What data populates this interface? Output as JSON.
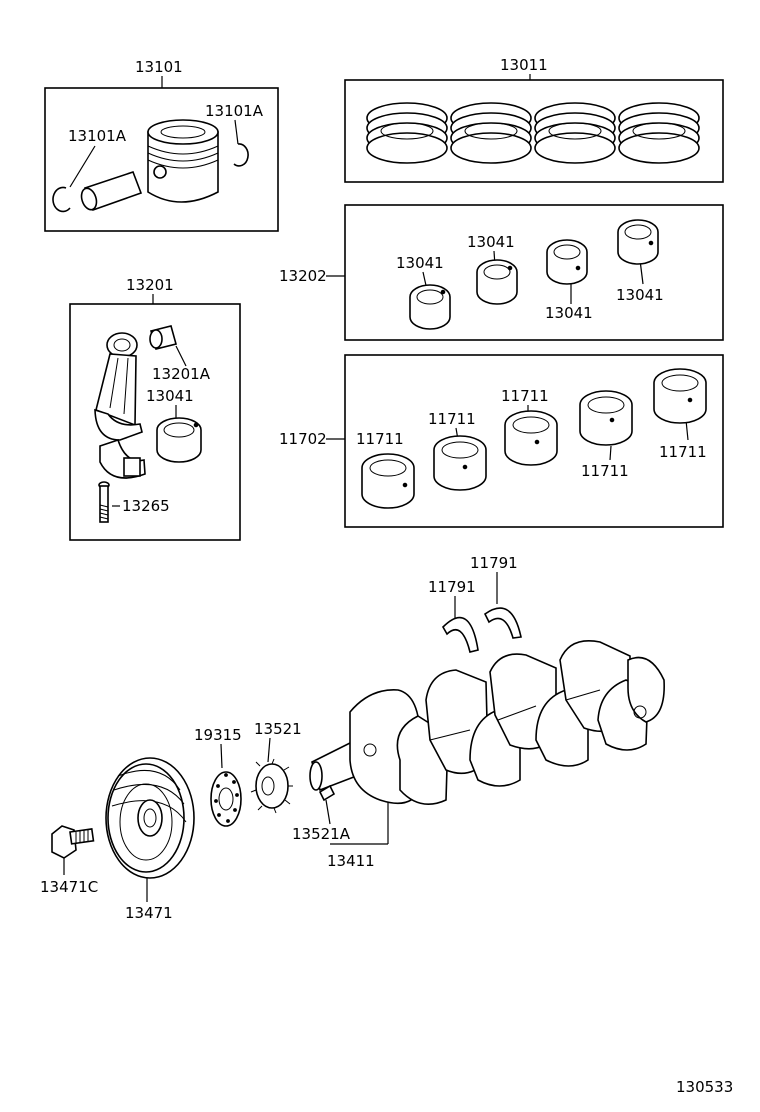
{
  "diagram_id": "130533",
  "groups": {
    "piston": {
      "number": "13101",
      "pin_clip_left": "13101A",
      "pin_clip_right": "13101A"
    },
    "piston_rings": {
      "number": "13011"
    },
    "con_rod": {
      "number": "13201",
      "bushing": "13201A",
      "bearing": "13041",
      "bolt": "13265"
    },
    "crank_bearing_set": {
      "number": "13202",
      "bearings": [
        "13041",
        "13041",
        "13041",
        "13041"
      ]
    },
    "main_bearing_set": {
      "number": "11702",
      "bearings": [
        "11711",
        "11711",
        "11711",
        "11711",
        "11711"
      ]
    },
    "thrust_washers": {
      "left": "11791",
      "right": "11791"
    },
    "crankshaft": {
      "number": "13411",
      "key": "13521A"
    },
    "timing": {
      "gear": "13521",
      "plate": "19315"
    },
    "pulley": {
      "number": "13471",
      "bolt": "13471C"
    }
  }
}
